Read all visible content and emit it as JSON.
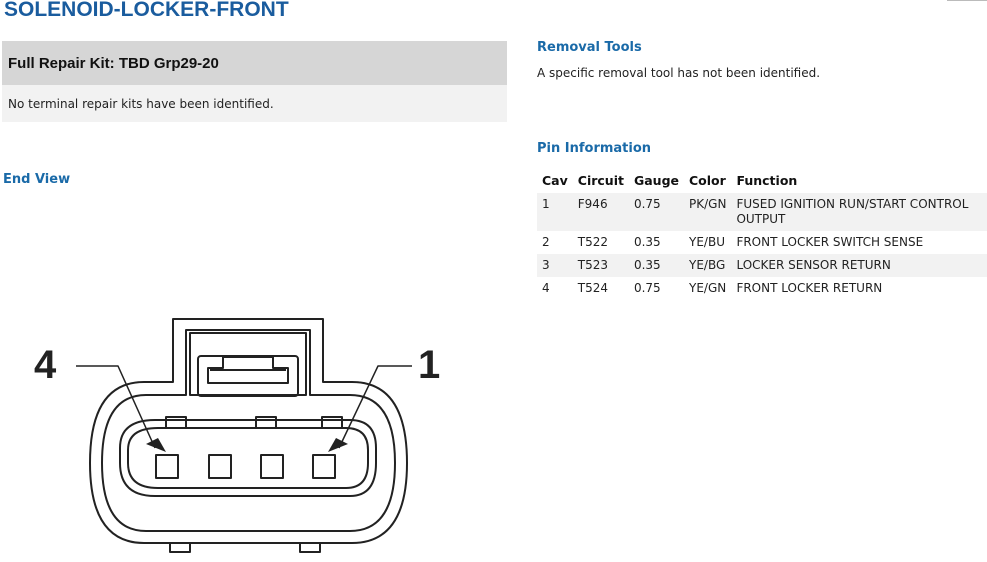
{
  "page": {
    "title": "SOLENOID-LOCKER-FRONT"
  },
  "repair_kit": {
    "header": "Full Repair Kit: TBD Grp29-20",
    "message": "No terminal repair kits have been identified."
  },
  "removal_tools": {
    "heading": "Removal Tools",
    "message": "A specific removal tool has not been identified."
  },
  "end_view": {
    "heading": "End View",
    "label_left": "4",
    "label_right": "1"
  },
  "pin_information": {
    "heading": "Pin Information",
    "columns": [
      "Cav",
      "Circuit",
      "Gauge",
      "Color",
      "Function"
    ],
    "rows": [
      {
        "cav": "1",
        "circuit": "F946",
        "gauge": "0.75",
        "color": "PK/GN",
        "function": "FUSED IGNITION RUN/START CONTROL OUTPUT"
      },
      {
        "cav": "2",
        "circuit": "T522",
        "gauge": "0.35",
        "color": "YE/BU",
        "function": "FRONT LOCKER SWITCH SENSE"
      },
      {
        "cav": "3",
        "circuit": "T523",
        "gauge": "0.35",
        "color": "YE/BG",
        "function": "LOCKER SENSOR RETURN"
      },
      {
        "cav": "4",
        "circuit": "T524",
        "gauge": "0.75",
        "color": "YE/GN",
        "function": "FRONT LOCKER RETURN"
      }
    ]
  }
}
